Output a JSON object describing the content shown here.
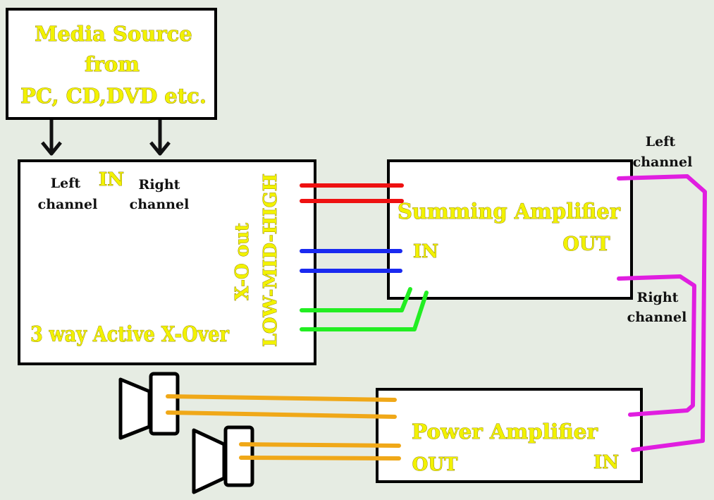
{
  "media_source": {
    "lines": [
      "Media Source",
      "from",
      "PC, CD,DVD etc."
    ]
  },
  "crossover": {
    "in_label": "IN",
    "left_label": [
      "Left",
      "channel"
    ],
    "right_label": [
      "Right",
      "channel"
    ],
    "title": "3 way Active X-Over",
    "out_label": "X-O out",
    "bands_label": "LOW-MID-HIGH"
  },
  "summing_amp": {
    "title": "Summing Amplifier",
    "in_label": "IN",
    "out_label": "OUT"
  },
  "power_amp": {
    "title": "Power Amplifier",
    "out_label": "OUT",
    "in_label": "IN"
  },
  "output_channels": {
    "left": [
      "Left",
      "channel"
    ],
    "right": [
      "Right",
      "channel"
    ]
  },
  "colors": {
    "background": "#e6ece3",
    "label_yellow": "#f2f200",
    "wire_red": "#ee1111",
    "wire_blue": "#1a2af0",
    "wire_green": "#22ee22",
    "wire_magenta": "#e01ee0",
    "wire_orange": "#f0a818"
  }
}
